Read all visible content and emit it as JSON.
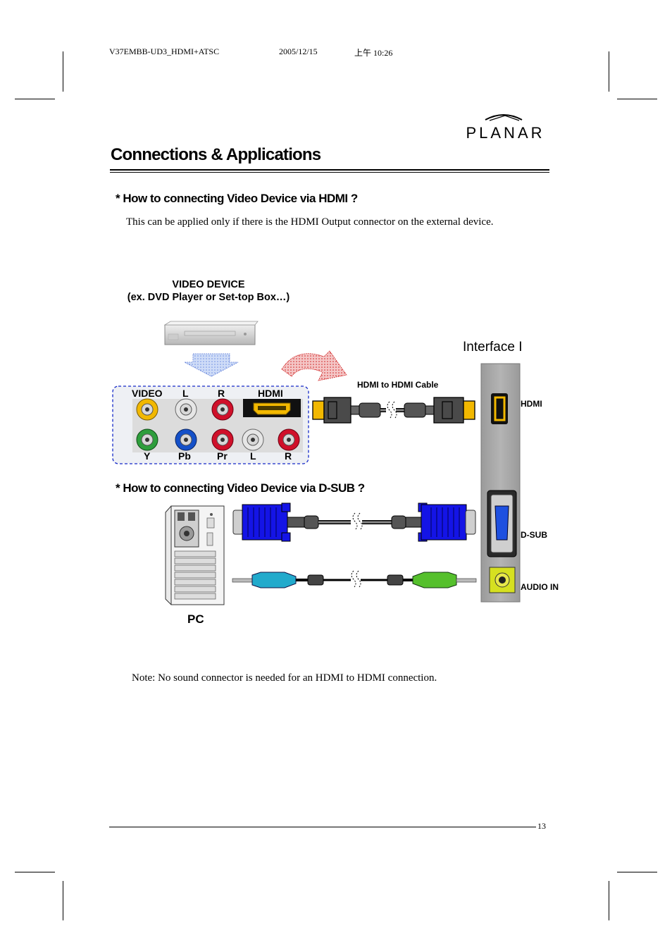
{
  "header": {
    "doc_id": "V37EMBB-UD3_HDMI+ATSC",
    "date": "2005/12/15",
    "time": "上午 10:26"
  },
  "logo": {
    "text": "PLANAR"
  },
  "page_title": "Connections & Applications",
  "section_hdmi": {
    "heading": "* How to connecting Video Device via HDMI ?",
    "intro": "This can be applied only if there is the HDMI Output connector on the external device."
  },
  "diagram": {
    "video_device_title": "VIDEO DEVICE",
    "video_device_subtitle": "(ex. DVD Player or Set-top Box…)",
    "interface_label": "Interface I",
    "cable_label": "HDMI to HDMI Cable",
    "port_labels_top": [
      "VIDEO",
      "L",
      "R",
      "HDMI"
    ],
    "port_labels_bottom": [
      "Y",
      "Pb",
      "Pr",
      "L",
      "R"
    ],
    "panel_ports": [
      "HDMI",
      "D-SUB",
      "AUDIO IN"
    ],
    "pc_label": "PC"
  },
  "section_dsub": {
    "heading": "* How to connecting Video Device via D-SUB ?"
  },
  "note": "Note: No sound connector is needed for an HDMI to HDMI connection.",
  "footer": {
    "page_number": "13"
  },
  "colors": {
    "video_yellow": "#f2b800",
    "jack_white": "#e6e6e6",
    "jack_red": "#d0102a",
    "jack_green": "#2e9e3c",
    "jack_blue": "#1450c8",
    "vga_blue": "#1414e6",
    "dashed_border": "#1428c8",
    "panel_gray": "#a9a9a9",
    "hdmi_gold": "#f2b800",
    "cyan_plug": "#22aacc",
    "green_plug": "#55c02c"
  }
}
